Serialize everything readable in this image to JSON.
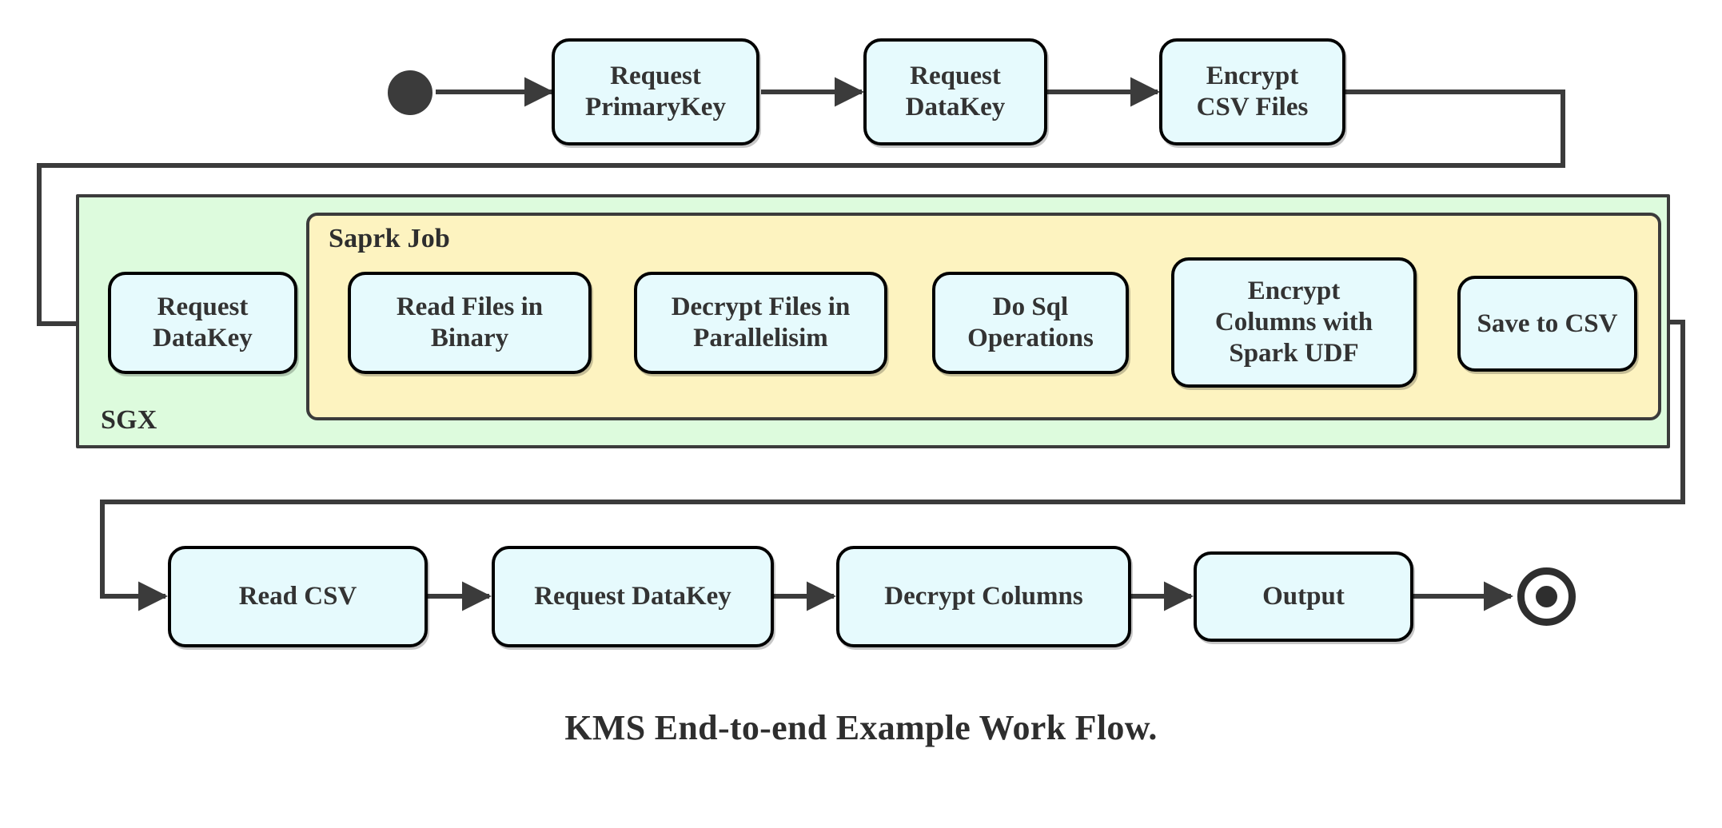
{
  "diagram": {
    "caption": "KMS End-to-end Example Work Flow.",
    "colors": {
      "node_fill": "#e6fafd",
      "node_stroke": "#000000",
      "sgx_fill": "#ddfbdd",
      "spark_fill": "#fdf3c0",
      "line": "#3b3b3b",
      "text": "#333333"
    },
    "groups": [
      {
        "id": "sgx",
        "label": "SGX"
      },
      {
        "id": "spark",
        "label": "Saprk Job"
      }
    ],
    "markers": {
      "start": "start-node",
      "end": "end-node"
    },
    "rows": {
      "top": [
        {
          "id": "request-primarykey",
          "lines": [
            "Request",
            "PrimaryKey"
          ]
        },
        {
          "id": "request-datakey-top",
          "lines": [
            "Request",
            "DataKey"
          ]
        },
        {
          "id": "encrypt-csv-files",
          "lines": [
            "Encrypt",
            "CSV Files"
          ]
        }
      ],
      "middle": [
        {
          "id": "request-datakey-sgx",
          "lines": [
            "Request",
            "DataKey"
          ]
        },
        {
          "id": "read-files-in-binary",
          "lines": [
            "Read Files in",
            "Binary"
          ]
        },
        {
          "id": "decrypt-files-in-parallelisim",
          "lines": [
            "Decrypt Files in",
            "Parallelisim"
          ]
        },
        {
          "id": "do-sql-operations",
          "lines": [
            "Do Sql",
            "Operations"
          ]
        },
        {
          "id": "encrypt-columns-with-spark-udf",
          "lines": [
            "Encrypt",
            "Columns with",
            "Spark UDF"
          ]
        },
        {
          "id": "save-to-csv",
          "lines": [
            "Save to CSV"
          ]
        }
      ],
      "bottom": [
        {
          "id": "read-csv",
          "lines": [
            "Read CSV"
          ]
        },
        {
          "id": "request-datakey-bottom",
          "lines": [
            "Request DataKey"
          ]
        },
        {
          "id": "decrypt-columns",
          "lines": [
            "Decrypt Columns"
          ]
        },
        {
          "id": "output",
          "lines": [
            "Output"
          ]
        }
      ]
    }
  }
}
